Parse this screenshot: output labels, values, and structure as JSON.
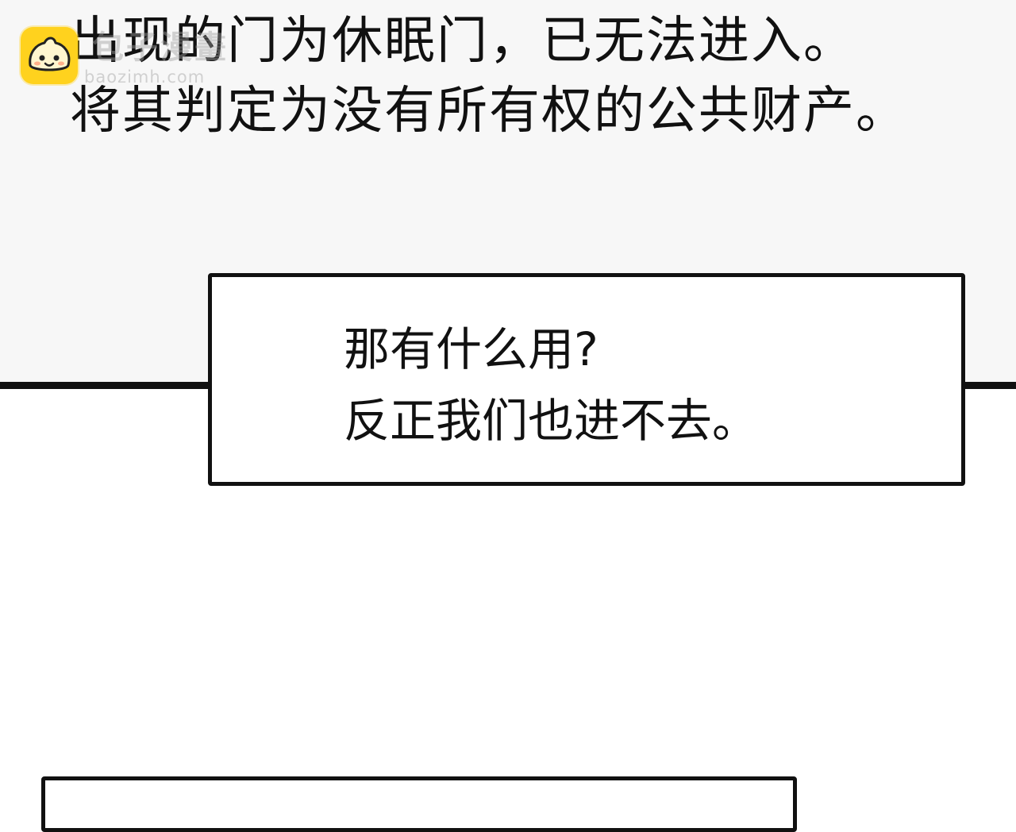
{
  "narration": {
    "lines": [
      "出现的门为休眠门，已无法进入。",
      "将其判定为没有所有权的公共财产。"
    ]
  },
  "speech_bubble": {
    "lines": [
      "那有什么用?",
      "反正我们也进不去。"
    ]
  },
  "watermark": {
    "name": "包子漫畫",
    "url": "baozimh.com",
    "icon": "bun-mascot-icon",
    "color": "#ffd21e"
  },
  "colors": {
    "panel_background": "#f7f7f7",
    "ink": "#111111",
    "page": "#ffffff"
  }
}
